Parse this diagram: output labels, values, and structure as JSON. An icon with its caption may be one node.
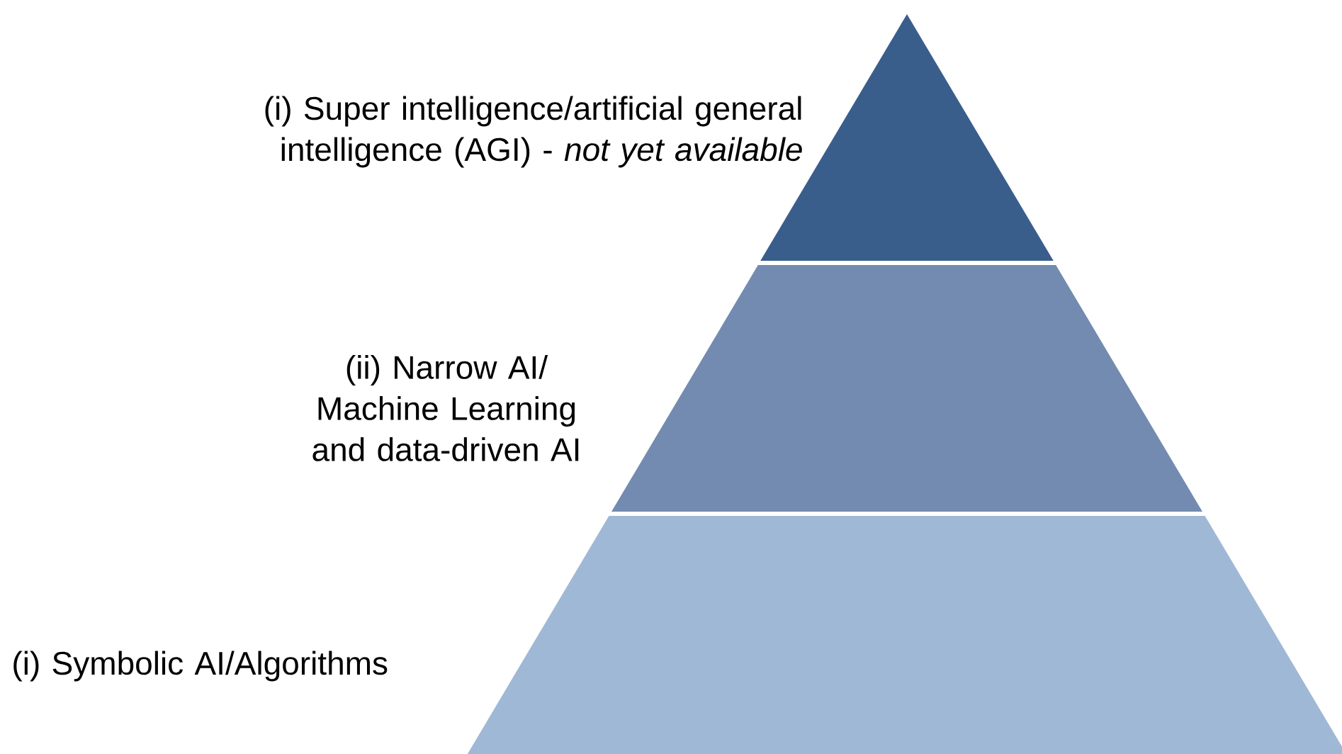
{
  "diagram": {
    "nodes": [
      {
        "text": [
          "(i) Super intelligence/artificial general intelligence (AGI) - *not yet available*"
        ]
      },
      {
        "text": [
          "(ii) Narrow AI/ Machine Learning and data-driven AI"
        ]
      },
      {
        "text": [
          "(i) Symbolic AI/Algorithms"
        ]
      }
    ]
  }
}
